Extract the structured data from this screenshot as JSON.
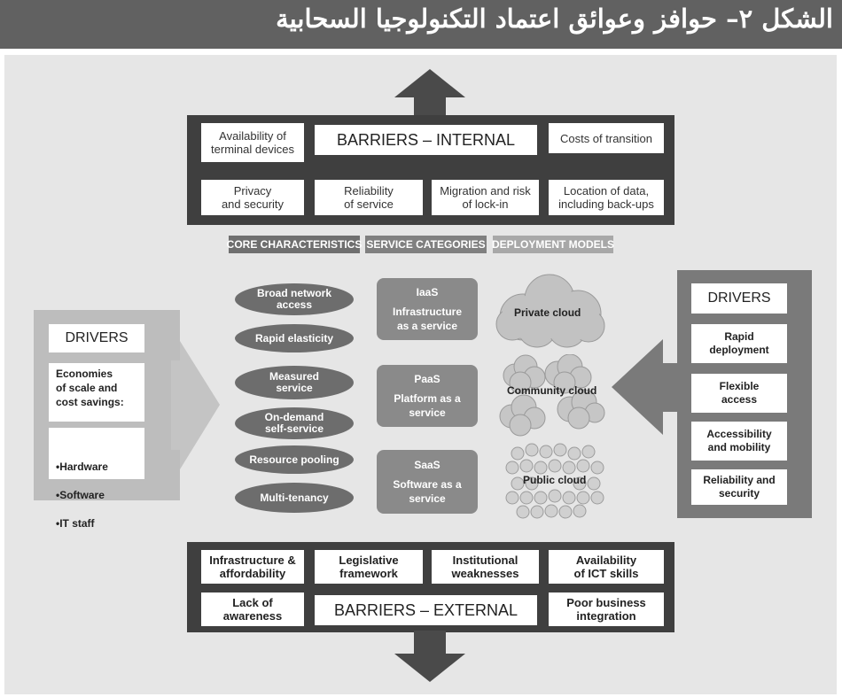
{
  "header": {
    "title": "الشكل ٢– حوافز وعوائق اعتماد التكنولوجيا السحابية"
  },
  "barriers_internal": {
    "title": "BARRIERS – INTERNAL",
    "items": [
      "Availability of\nterminal devices",
      "Costs of transition",
      "Privacy\nand security",
      "Reliability\nof service",
      "Migration and risk\nof lock-in",
      "Location of data,\nincluding back-ups"
    ]
  },
  "tags": [
    "CORE CHARACTERISTICS",
    "SERVICE CATEGORIES",
    "DEPLOYMENT MODELS"
  ],
  "core_characteristics": [
    "Broad network\naccess",
    "Rapid elasticity",
    "Measured\nservice",
    "On-demand\nself-service",
    "Resource pooling",
    "Multi-tenancy"
  ],
  "service_categories": [
    {
      "name": "IaaS",
      "desc": "Infrastructure\nas a service"
    },
    {
      "name": "PaaS",
      "desc": "Platform as a\nservice"
    },
    {
      "name": "SaaS",
      "desc": "Software as a\nservice"
    }
  ],
  "deployment_models": [
    "Private cloud",
    "Community cloud",
    "Public cloud"
  ],
  "drivers_left": {
    "title": "DRIVERS",
    "heading": "Economies\nof scale and\ncost savings:",
    "bullets": [
      "Hardware",
      "Software",
      "IT staff"
    ]
  },
  "drivers_right": {
    "title": "DRIVERS",
    "items": [
      "Rapid\ndeployment",
      "Flexible\naccess",
      "Accessibility\nand mobility",
      "Reliability and\nsecurity"
    ]
  },
  "barriers_external": {
    "title": "BARRIERS – EXTERNAL",
    "items": [
      "Infrastructure &\naffordability",
      "Legislative\nframework",
      "Institutional\nweaknesses",
      "Availability\nof ICT skills",
      "Lack of\nawareness",
      "Poor business\nintegration"
    ]
  },
  "colors": {
    "header_bg": "#616161",
    "canvas_bg": "#e6e6e6",
    "dark_panel": "#3f3f3f",
    "oval": "#6d6d6d",
    "service": "#8a8a8a",
    "left_driver": "#bdbdbd",
    "right_driver": "#7a7a7a"
  }
}
